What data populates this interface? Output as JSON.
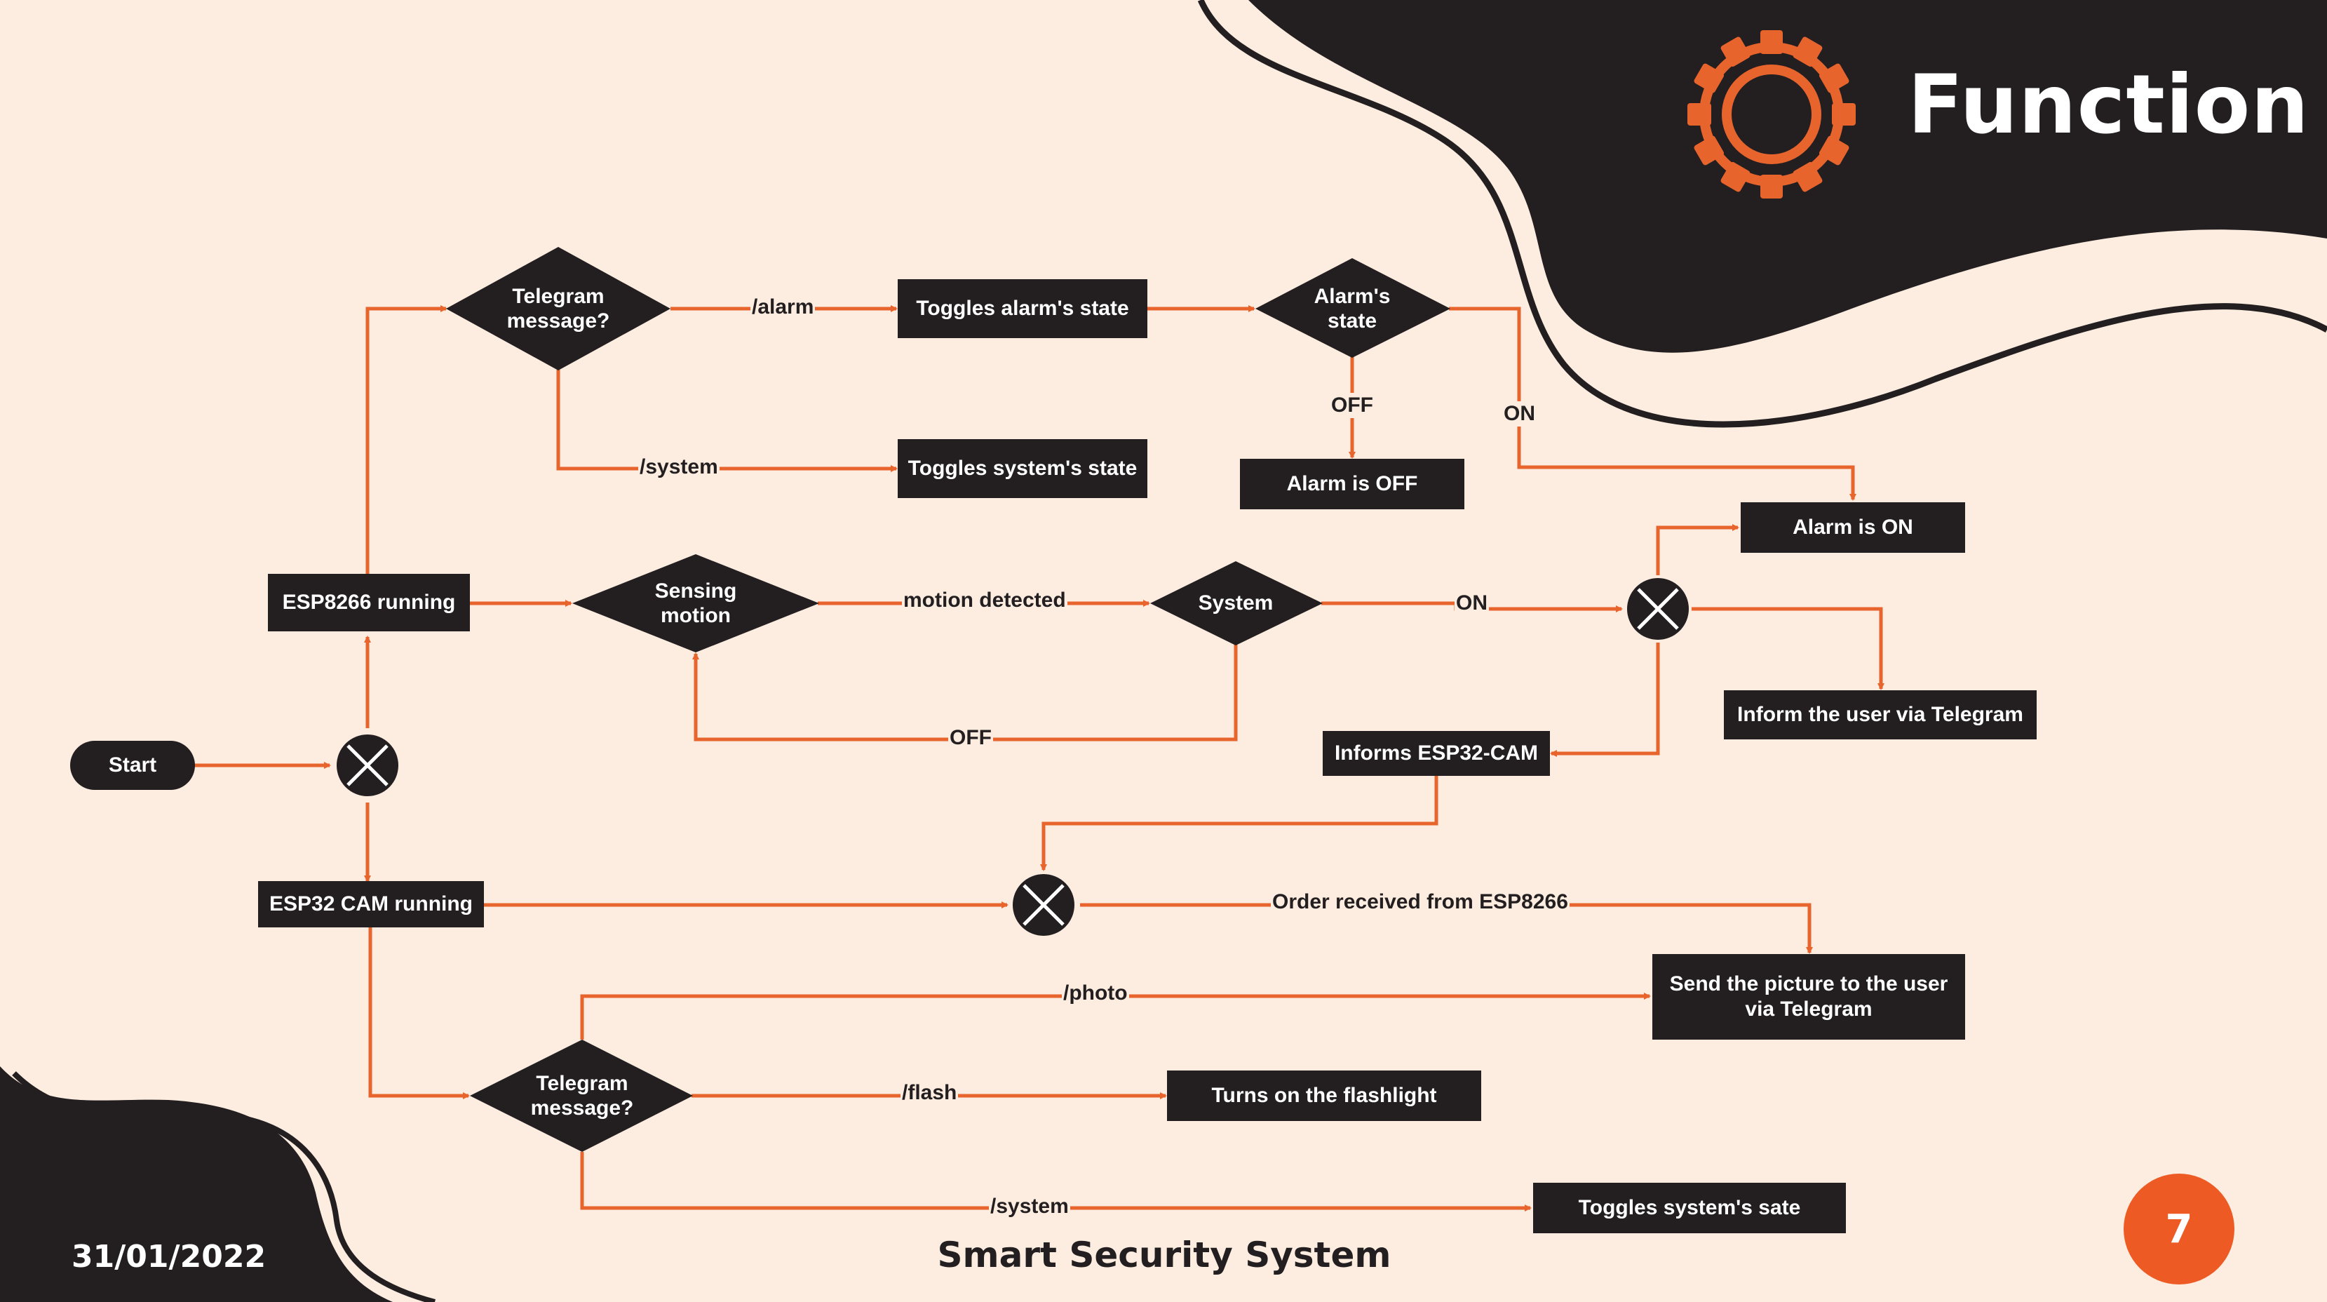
{
  "slide": {
    "title": "Function",
    "date": "31/01/2022",
    "footer": "Smart Security System",
    "page_number": "7",
    "icon": "gear-icon",
    "colors": {
      "background": "#fcede0",
      "dark": "#231f20",
      "accent": "#ee5a24",
      "connector": "#e8642d"
    }
  },
  "nodes": {
    "start": "Start",
    "esp8266_running": "ESP8266 running",
    "esp32_running": "ESP32 CAM running",
    "telegram_message_top": "Telegram\nmessage?",
    "toggles_alarm": "Toggles alarm's state",
    "alarms_state": "Alarm's\nstate",
    "toggles_system_top": "Toggles system's state",
    "alarm_off": "Alarm is OFF",
    "alarm_on": "Alarm is ON",
    "sensing_motion": "Sensing\nmotion",
    "system": "System",
    "inform_user": "Inform the user via Telegram",
    "informs_esp32": "Informs ESP32-CAM",
    "send_picture": "Send the picture to the user\nvia Telegram",
    "telegram_message_bottom": "Telegram\nmessage?",
    "turns_flashlight": "Turns on the flashlight",
    "toggles_system_bottom": "Toggles system's sate"
  },
  "edges": {
    "alarm_cmd": "/alarm",
    "system_cmd_top": "/system",
    "off_alarm": "OFF",
    "on_alarm": "ON",
    "motion_detected": "motion detected",
    "on_system": "ON",
    "off_system": "OFF",
    "order_received": "Order received from ESP8266",
    "photo_cmd": "/photo",
    "flash_cmd": "/flash",
    "system_cmd_bottom": "/system"
  }
}
